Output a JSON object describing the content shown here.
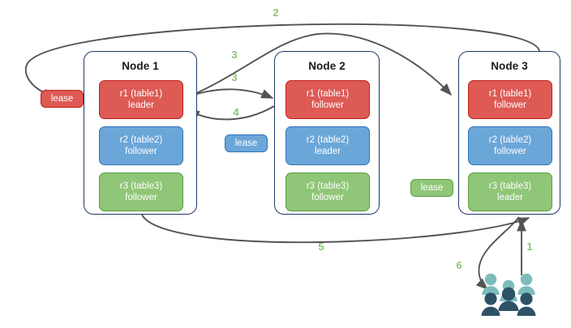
{
  "diagram": {
    "title": "Distributed range lease and leaseholder routing diagram",
    "colors": {
      "node_border": "#1f3864",
      "red": "#dd5a55",
      "red_border": "#c0201a",
      "blue": "#6ba6d8",
      "blue_border": "#2f75b5",
      "green": "#8fc677",
      "green_border": "#5a9e44",
      "arrow": "#545454",
      "step_label": "#8cc474",
      "users_light": "#7cbcbd",
      "users_dark": "#2d5265",
      "background": "#ffffff"
    }
  },
  "nodes": [
    {
      "title": "Node 1",
      "replicas": [
        {
          "name": "r1 (table1)",
          "role": "leader",
          "color": "red"
        },
        {
          "name": "r2 (table2)",
          "role": "follower",
          "color": "blue"
        },
        {
          "name": "r3 (table3)",
          "role": "follower",
          "color": "green"
        }
      ]
    },
    {
      "title": "Node 2",
      "replicas": [
        {
          "name": "r1 (table1)",
          "role": "follower",
          "color": "red"
        },
        {
          "name": "r2 (table2)",
          "role": "leader",
          "color": "blue"
        },
        {
          "name": "r3 (table3)",
          "role": "follower",
          "color": "green"
        }
      ]
    },
    {
      "title": "Node 3",
      "replicas": [
        {
          "name": "r1 (table1)",
          "role": "follower",
          "color": "red"
        },
        {
          "name": "r2 (table2)",
          "role": "follower",
          "color": "blue"
        },
        {
          "name": "r3 (table3)",
          "role": "leader",
          "color": "green"
        }
      ]
    }
  ],
  "leases": [
    {
      "label": "lease",
      "color": "red"
    },
    {
      "label": "lease",
      "color": "blue"
    },
    {
      "label": "lease",
      "color": "green"
    }
  ],
  "steps": [
    {
      "id": "1",
      "label": "1"
    },
    {
      "id": "2",
      "label": "2"
    },
    {
      "id": "3a",
      "label": "3"
    },
    {
      "id": "3b",
      "label": "3"
    },
    {
      "id": "4",
      "label": "4"
    },
    {
      "id": "5",
      "label": "5"
    },
    {
      "id": "6",
      "label": "6"
    }
  ],
  "actors": {
    "users": "users-icon"
  }
}
